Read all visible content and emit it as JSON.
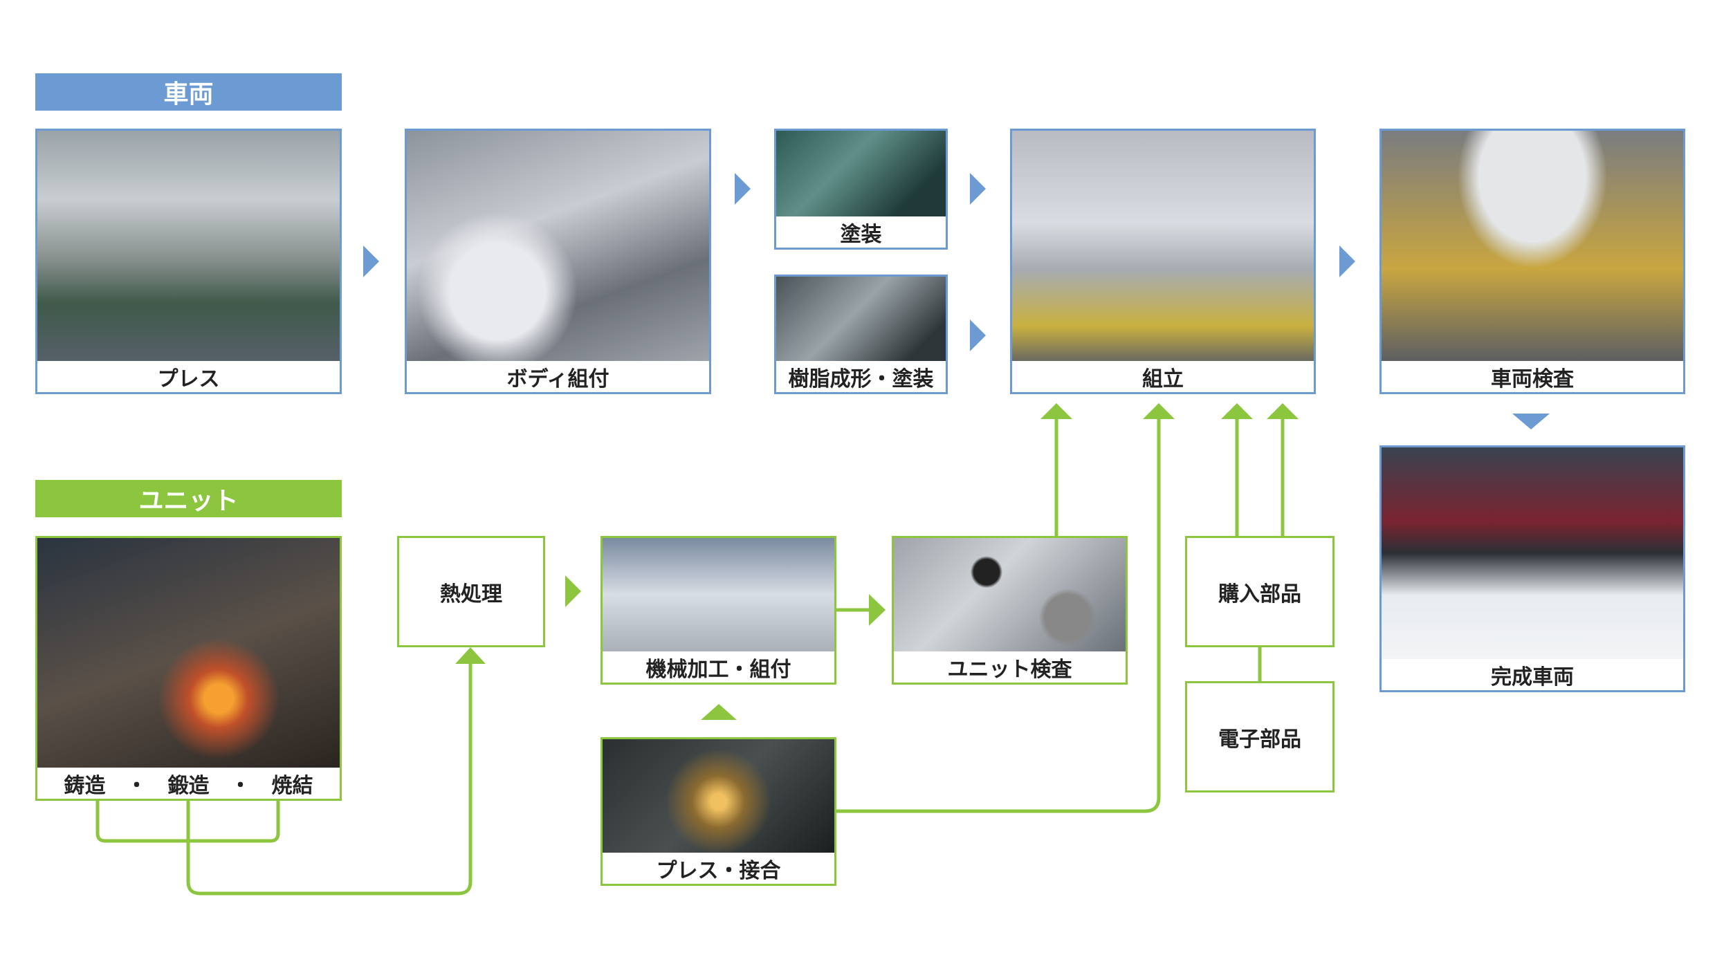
{
  "vehicle": {
    "header": "車両",
    "steps": {
      "press": "プレス",
      "body": "ボディ組付",
      "paint": "塗装",
      "resin": "樹脂成形・塗装",
      "assembly": "組立",
      "inspection": "車両検査",
      "finished": "完成車両"
    }
  },
  "unit": {
    "header": "ユニット",
    "casting": [
      "鋳造",
      "鍛造",
      "焼結"
    ],
    "casting_sep": "・",
    "heat": "熱処理",
    "machining": "機械加工・組付",
    "unit_inspection": "ユニット検査",
    "press_join": "プレス・接合",
    "purchased": "購入部品",
    "electronic": "電子部品"
  },
  "colors": {
    "vehicle": "#6b9bd2",
    "unit": "#8cc63f"
  }
}
